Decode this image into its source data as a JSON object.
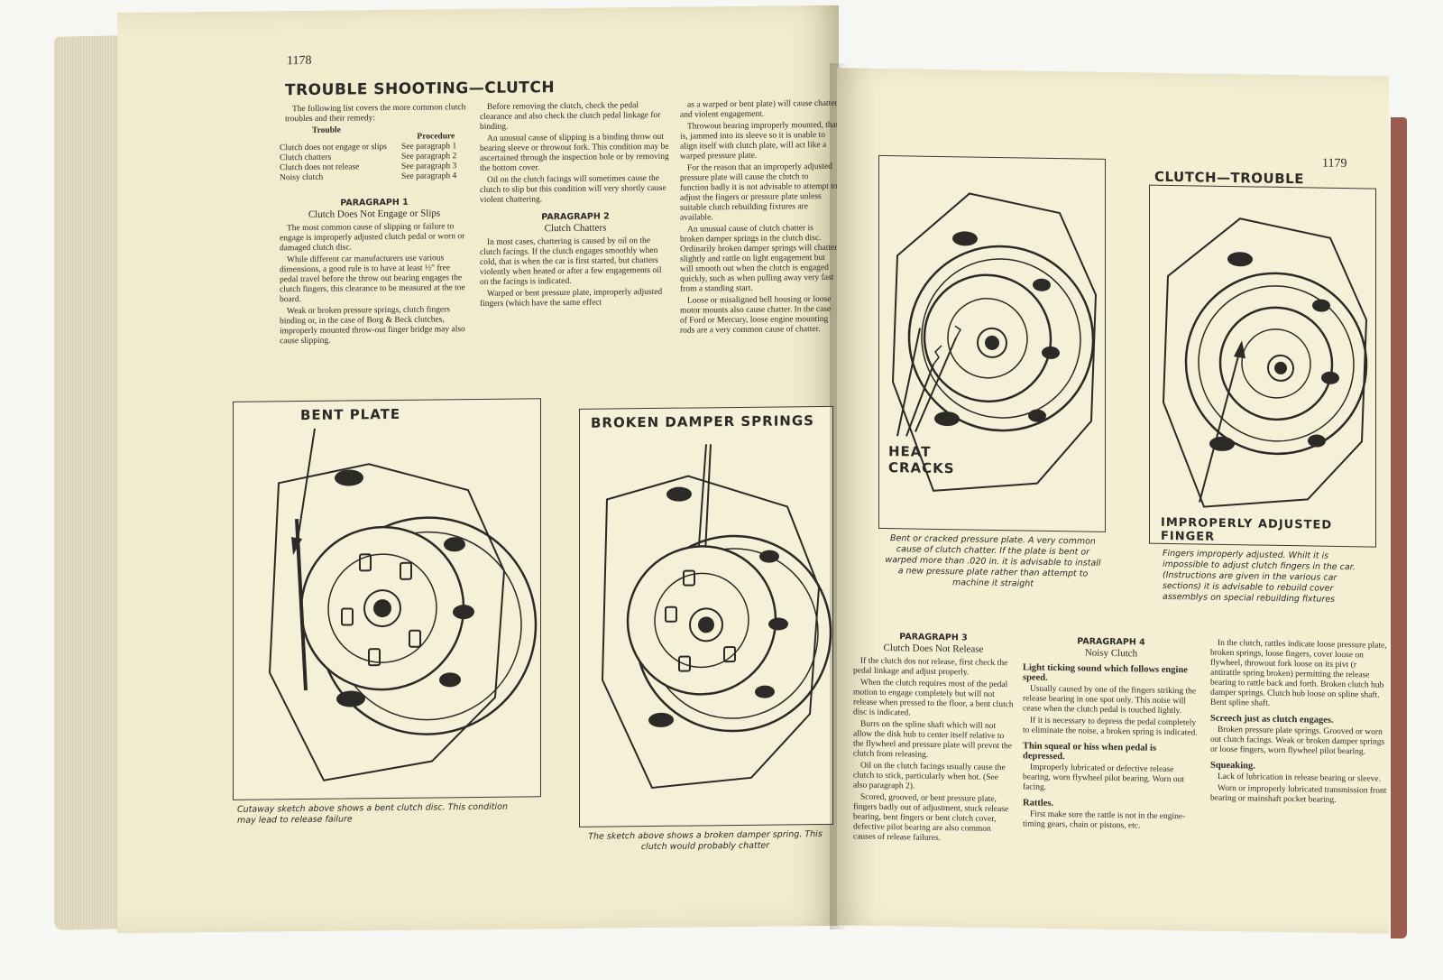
{
  "left_page": {
    "page_number": "1178",
    "title": "TROUBLE SHOOTING—CLUTCH",
    "intro": "The following list covers the more common clutch troubles and their remedy:",
    "table": {
      "col_trouble": "Trouble",
      "col_procedure": "Procedure",
      "rows": [
        {
          "trouble": "Clutch does not engage or slips",
          "procedure": "See paragraph 1"
        },
        {
          "trouble": "Clutch chatters",
          "procedure": "See paragraph 2"
        },
        {
          "trouble": "Clutch does not release",
          "procedure": "See paragraph 3"
        },
        {
          "trouble": "Noisy clutch",
          "procedure": "See paragraph 4"
        }
      ]
    },
    "paragraph1": {
      "heading": "PARAGRAPH 1",
      "subheading": "Clutch Does Not Engage or Slips",
      "text1": "The most common cause of slipping or failure to engage is improperly adjusted clutch pedal or worn or damaged clutch disc.",
      "text2": "While different car manufacturers use various dimensions, a good rule is to have at least ½\" free pedal travel before the throw out bearing engages the clutch fingers, this clearance to be measured at the toe board.",
      "text3": "Weak or broken pressure springs, clutch fingers binding or, in the case of Borg & Beck clutches, improperly mounted throw-out finger bridge may also cause slipping."
    },
    "col2": {
      "text1": "Before removing the clutch, check the pedal clearance and also check the clutch pedal linkage for binding.",
      "text2": "An unusual cause of slipping is a binding throw out bearing sleeve or throwout fork. This condition may be ascertained through the inspection hole or by removing the bottom cover.",
      "text3": "Oil on the clutch facings will sometimes cause the clutch to slip but this condition will very shortly cause violent chattering.",
      "para2_heading": "PARAGRAPH 2",
      "para2_subheading": "Clutch Chatters",
      "text4": "In most cases, chattering is caused by oil on the clutch facings. If the clutch engages smoothly when cold, that is when the car is first started, but chatters violently when heated or after a few engagements oil on the facings is indicated.",
      "text5": "Warped or bent pressure plate, improperly adjusted fingers (which have the same effect"
    },
    "col3": {
      "text1": "as a warped or bent plate) will cause chatter and violent engagement.",
      "text2": "Throwout bearing improperly mounted, that is, jammed into its sleeve so it is unable to align itself with clutch plate, will act like a warped pressure plate.",
      "text3": "For the reason that an improperly adjusted pressure plate will cause the clutch to function badly it is not advisable to attempt to adjust the fingers or pressure plate unless suitable clutch rebuilding fixtures are available.",
      "text4": "An unusual cause of clutch chatter is broken damper springs in the clutch disc. Ordinarily broken damper springs will chatter slightly and rattle on light engagement but will smooth out when the clutch is engaged quickly, such as when pulling away very fast from a standing start.",
      "text5": "Loose or misaligned bell housing or loose motor mounts also cause chatter. In the case of Ford or Mercury, loose engine mounting rods are a very common cause of chatter."
    },
    "fig1": {
      "label": "BENT PLATE",
      "caption": "Cutaway sketch above shows a bent clutch disc. This condition may lead to release failure"
    },
    "fig2": {
      "label": "BROKEN DAMPER SPRINGS",
      "caption": "The sketch above shows a broken damper spring. This clutch would probably chatter"
    }
  },
  "right_page": {
    "page_number": "1179",
    "title": "CLUTCH—TROUBLE SHOOTING",
    "fig3": {
      "label1": "HEAT",
      "label2": "CRACKS",
      "caption": "Bent or cracked pressure plate. A very common cause of clutch chatter. If the plate is bent or warped more than .020 in. it is advisable to install a new pressure plate rather than attempt to machine it straight"
    },
    "fig4": {
      "label": "IMPROPERLY ADJUSTED FINGER",
      "caption": "Fingers improperly adjusted. Whilt it is impossible to adjust clutch fingers in the car. (Instructions are given in the various car sections) it is advisable to rebuild cover assemblys on special rebuilding fixtures"
    },
    "paragraph3": {
      "heading": "PARAGRAPH 3",
      "subheading": "Clutch Does Not Release",
      "text1": "If the clutch dos not release, first check the pedal linkage and adjust properly.",
      "text2": "When the clutch requires most of the pedal motion to engage completely but will not release when pressed to the floor, a bent clutch disc is indicated.",
      "text3": "Burrs on the spline shaft which will not allow the disk hub to center itself relative to the flywheel and pressure plate will prevnt the clutch from releasing.",
      "text4": "Oil on the clutch facings usually cause the clutch to stick, particularly when hot. (See also paragraph 2).",
      "text5": "Scored, grooved, or bent pressure plate, fingers badly out of adjustment, stuck release bearing, bent fingers or bent clutch cover, defective pilot bearing are also common causes of release failures."
    },
    "paragraph4": {
      "heading": "PARAGRAPH 4",
      "subheading": "Noisy Clutch",
      "q1": "Light ticking sound which follows engine speed.",
      "text1": "Usually caused by one of the fingers striking the release bearing in one spot only. This noise will cease when the clutch pedal is touched lightly.",
      "text2": "If it is necessary to depress the pedal completely to eliminate the noise, a broken spring is indicated.",
      "q2": "Thin squeal or hiss when pedal is depressed.",
      "text3": "Improperly lubricated or defective release bearing, worn flywheel pilot bearing. Worn out facing.",
      "q3": "Rattles.",
      "text4": "First make sure the rattle is not in the engine-timing gears, chain or pistons, etc."
    },
    "col3": {
      "text1": "In the clutch, rattles indicate loose pressure plate, broken springs, loose fingers, cover loose on flywheel, throwout fork loose on its pivt (r antirattle spring broken) permitting the release bearing to rattle back and forth. Broken clutch hub damper springs. Clutch hub loose on spline shaft. Bent spline shaft.",
      "q1": "Screech just as clutch engages.",
      "text2": "Broken pressure plate springs. Grooved or worn out clutch facings. Weak or broken damper springs or loose fingers, worn flywheel pilot bearing.",
      "q2": "Squeaking.",
      "text3": "Lack of lubrication in release bearing or sleeve.",
      "text4": "Worn or improperly lubricated transmission front bearing or mainshaft pocket bearing."
    }
  }
}
